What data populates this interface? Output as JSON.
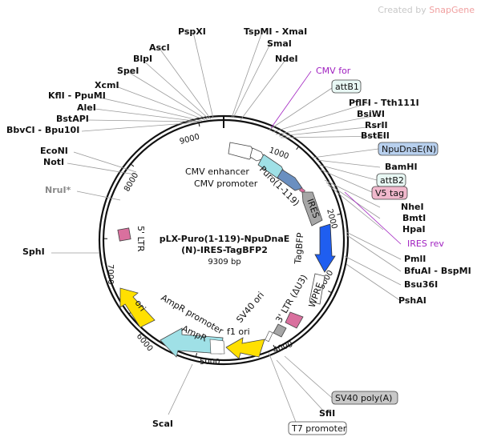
{
  "credit": {
    "prefix": "Created by",
    "brand": "SnapGene"
  },
  "plasmid": {
    "name_line1": "pLX-Puro(1-119)-NpuDnaE",
    "name_line2": "(N)-IRES-TagBFP2",
    "length": "9309 bp"
  },
  "ticks": [
    "1000",
    "2000",
    "3000",
    "4000",
    "5000",
    "6000",
    "7000",
    "8000",
    "9000"
  ],
  "enzymes": {
    "pspxi": "PspXI",
    "tspmi_xmai": "TspMI - XmaI",
    "smai": "SmaI",
    "ndei": "NdeI",
    "asci": "AscI",
    "blpi": "BlpI",
    "spei": "SpeI",
    "xcmi": "XcmI",
    "kfli_ppumi": "KflI - PpuMI",
    "alei": "AleI",
    "bstapi": "BstAPI",
    "bbvci_bpu10i": "BbvCI - Bpu10I",
    "econi": "EcoNI",
    "noti": "NotI",
    "nrui": "NruI*",
    "sphi": "SphI",
    "pflfi_tth111i": "PflFI - Tth111I",
    "bsiwi": "BsiWI",
    "rsrii": "RsrII",
    "bsteii": "BstEII",
    "bamhi": "BamHI",
    "nhei": "NheI",
    "bmti": "BmtI",
    "hpai": "HpaI",
    "pmli": "PmlI",
    "bfuai_bspmi": "BfuAI - BspMI",
    "bsu36i": "Bsu36I",
    "pshai": "PshAI",
    "sfii": "SfiI",
    "scai": "ScaI"
  },
  "primers": {
    "cmv_for": "CMV for",
    "ires_rev": "IRES rev"
  },
  "boxed_features": {
    "attb1": "attB1",
    "npudnae": "NpuDnaE(N)",
    "attb2": "attB2",
    "v5tag": "V5 tag",
    "sv40polya": "SV40 poly(A)",
    "t7promoter": "T7 promoter"
  },
  "features": {
    "cmv_enhancer": "CMV enhancer",
    "cmv_promoter": "CMV promoter",
    "puro": "Puro(1-119)",
    "ires": "IRES",
    "tagbfp": "TagBFP",
    "wpre": "WPRE",
    "ltr3": "3' LTR (ΔU3)",
    "sv40ori": "SV40 ori",
    "f1ori": "f1 ori",
    "ampr": "AmpR",
    "ampr_promoter": "AmpR promoter",
    "ori": "ori",
    "ltr5": "5' LTR"
  },
  "colors": {
    "backbone": "#111111",
    "cmv_enhancer": "#ffffff",
    "cmv_promoter": "#ffffff",
    "puro": "#9fe0e6",
    "npu": "#6a8fc0",
    "ires": "#a6a6a6",
    "tagbfp": "#1f5ef0",
    "wpre": "#ffffff",
    "ltr": "#d9709e",
    "sv40ori": "#a6a6a6",
    "f1ori": "#ffe000",
    "ampr": "#9fe0e6",
    "ori": "#ffe000",
    "primer": "#a020c0",
    "npu_box": "#b8d0ee",
    "attb_box": "#e8f8f4",
    "v5_box": "#f0b8cc",
    "polya_box": "#c8c8c8"
  }
}
